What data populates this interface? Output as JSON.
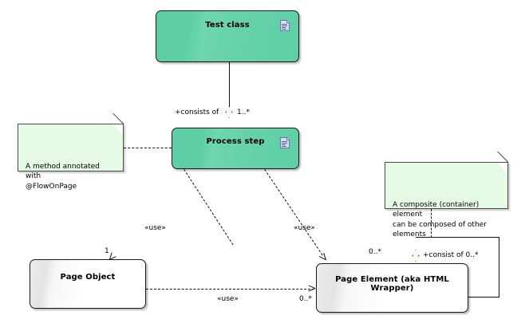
{
  "diagram": {
    "title": "UML class diagram",
    "background_color": "#ffffff",
    "class_fill_green": "#5ECFA5",
    "class_fill_plain": "#ffffff",
    "note_fill": "#e6fbe6",
    "line_color": "#111111",
    "diamond_fill": "#fdf6e8"
  },
  "classes": [
    {
      "id": "test-class",
      "name": "Test class",
      "style": "green",
      "has_icon": true,
      "icon": "document-icon"
    },
    {
      "id": "process-step",
      "name": "Process step",
      "style": "green",
      "has_icon": true,
      "icon": "document-icon"
    },
    {
      "id": "page-object",
      "name": "Page Object",
      "style": "plain",
      "has_icon": false,
      "icon": ""
    },
    {
      "id": "page-element",
      "name": "Page Element (aka HTML Wrapper)",
      "style": "plain",
      "has_icon": false,
      "icon": ""
    }
  ],
  "notes": [
    {
      "id": "note-flowonpage",
      "text": "A method annotated with\n@FlowOnPage"
    },
    {
      "id": "note-composite",
      "text": "A composite (container) element\ncan be composed of other\nelements"
    }
  ],
  "connectors": {
    "test_to_process": {
      "role_label": "+consists of",
      "multiplicity": "1..*",
      "type": "aggregation"
    },
    "process_to_pageobject": {
      "stereotype": "«use»",
      "multiplicity": "1",
      "type": "dependency"
    },
    "process_to_pageelement": {
      "stereotype": "«use»",
      "multiplicity": "0..*",
      "type": "dependency"
    },
    "pageobject_to_pageelement": {
      "stereotype": "«use»",
      "multiplicity": "0..*",
      "type": "dependency"
    },
    "pageelement_self": {
      "role_label": "+consist of 0..*",
      "type": "aggregation"
    }
  }
}
